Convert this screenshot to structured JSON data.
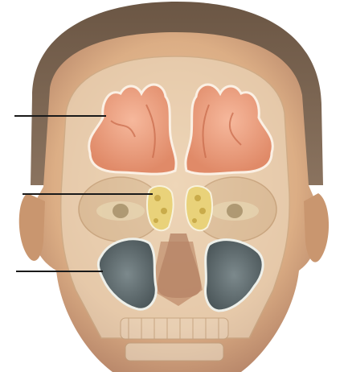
{
  "illustration": {
    "subject": "anterior-face-paranasal-sinuses",
    "leader_line_count": 3,
    "leader_lines": [
      {
        "target": "frontal-sinus"
      },
      {
        "target": "ethmoid-sinus"
      },
      {
        "target": "maxillary-sinus"
      }
    ],
    "colors": {
      "background": "#ffffff",
      "skin": "#e2b890",
      "skin_shadow": "#b48261",
      "hair": "#7a6350",
      "bone": "#e8d6bd",
      "frontal_sinus": "#efa384",
      "ethmoid_sinus": "#e9d27a",
      "maxillary_sinus": "#5f6a6d",
      "leader_line": "#1a1a1a"
    }
  }
}
